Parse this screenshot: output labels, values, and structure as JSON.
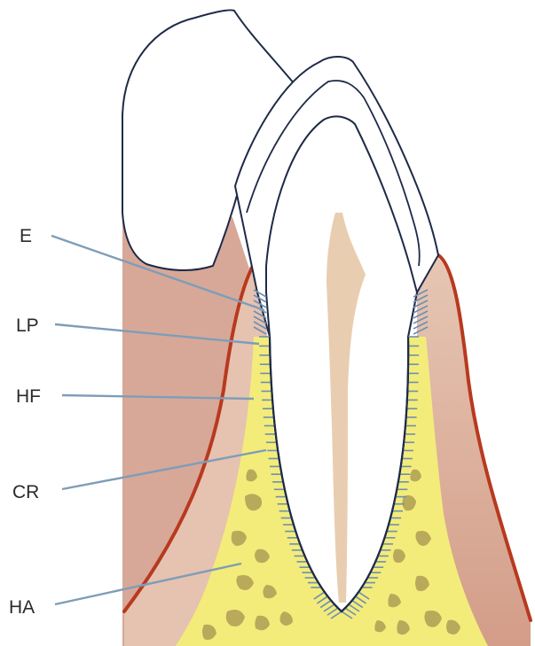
{
  "figure": {
    "labels": [
      {
        "id": "E",
        "text": "E"
      },
      {
        "id": "LP",
        "text": "LP"
      },
      {
        "id": "HF",
        "text": "HF"
      },
      {
        "id": "CR",
        "text": "CR"
      },
      {
        "id": "HA",
        "text": "HA"
      }
    ],
    "colors": {
      "gingiva": "#d9a894",
      "gingiva_light": "#e8c4b0",
      "gingiva_edge": "#b8391f",
      "bone": "#f3ec7a",
      "trabecular": "#b9a95a",
      "ligament": "#6e8fb0",
      "tooth_outline": "#1e2a48",
      "pulp": "#e9cdb0",
      "leader": "#7e9db8"
    }
  }
}
